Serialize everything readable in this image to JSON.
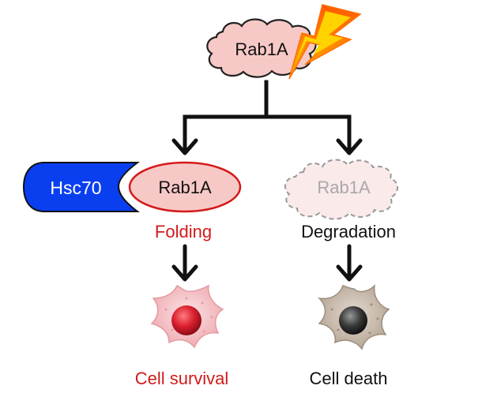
{
  "colors": {
    "cloud_fill": "#f7c9c6",
    "cloud_stroke": "#222222",
    "ghost_fill": "#faeaea",
    "ghost_stroke": "#999999",
    "ghost_text": "#a8a8a8",
    "hsc70_fill": "#0a3ff0",
    "rab1a_fill": "#f7c9c6",
    "rab1a_stroke": "#d31a1a",
    "red_text": "#d31a1a",
    "black_text": "#111111",
    "lightning_outer": "#ff6f00",
    "lightning_inner": "#ffd200",
    "survival_cell": "#f4c2c6",
    "survival_nucleus": "#d9202e",
    "death_cell": "#cbbcae",
    "death_nucleus": "#3a3a3a"
  },
  "top_node": {
    "label": "Rab1A",
    "icon": "lightning-bolt-icon"
  },
  "left_branch": {
    "chaperone_label": "Hsc70",
    "protein_label": "Rab1A",
    "process_label": "Folding",
    "outcome_label": "Cell survival",
    "cell_icon": "healthy-cell-icon"
  },
  "right_branch": {
    "protein_label": "Rab1A",
    "process_label": "Degradation",
    "outcome_label": "Cell death",
    "cell_icon": "dying-cell-icon"
  }
}
